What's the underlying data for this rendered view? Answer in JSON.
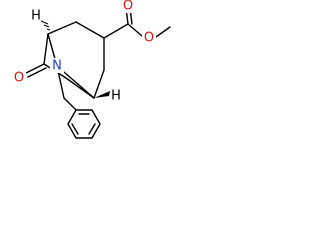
{
  "molecule": {
    "atoms": {
      "nitrogen": {
        "symbol": "N",
        "color": "#1f3fd6"
      },
      "ketone_oxygen": {
        "symbol": "O",
        "color": "#e01010"
      },
      "carbonyl_oxygen": {
        "symbol": "O",
        "color": "#e01010"
      },
      "ester_oxygen": {
        "symbol": "O",
        "color": "#e01010"
      },
      "stereo_h_top": {
        "symbol": "H",
        "color": "#000000"
      },
      "stereo_h_bottom": {
        "symbol": "H",
        "color": "#000000"
      }
    }
  }
}
